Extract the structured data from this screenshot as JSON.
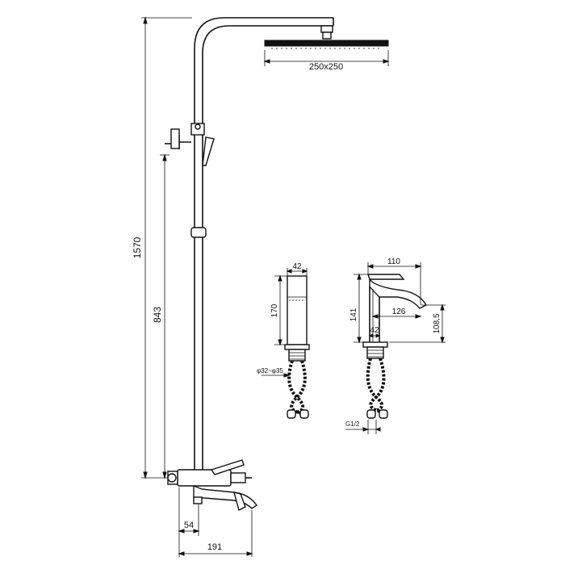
{
  "diagram": {
    "shower_head_size": "250x250",
    "total_height": "1570",
    "mixer_height": "843",
    "spout_offset": "54",
    "spout_reach": "191",
    "mixer_width": "42",
    "mixer_height_small": "170",
    "mixer_hole": "φ32~φ35",
    "faucet_width": "110",
    "faucet_height": "141",
    "faucet_reach": "126",
    "faucet_body": "42",
    "faucet_spout_height": "108,5",
    "hose_thread": "G1/2"
  }
}
